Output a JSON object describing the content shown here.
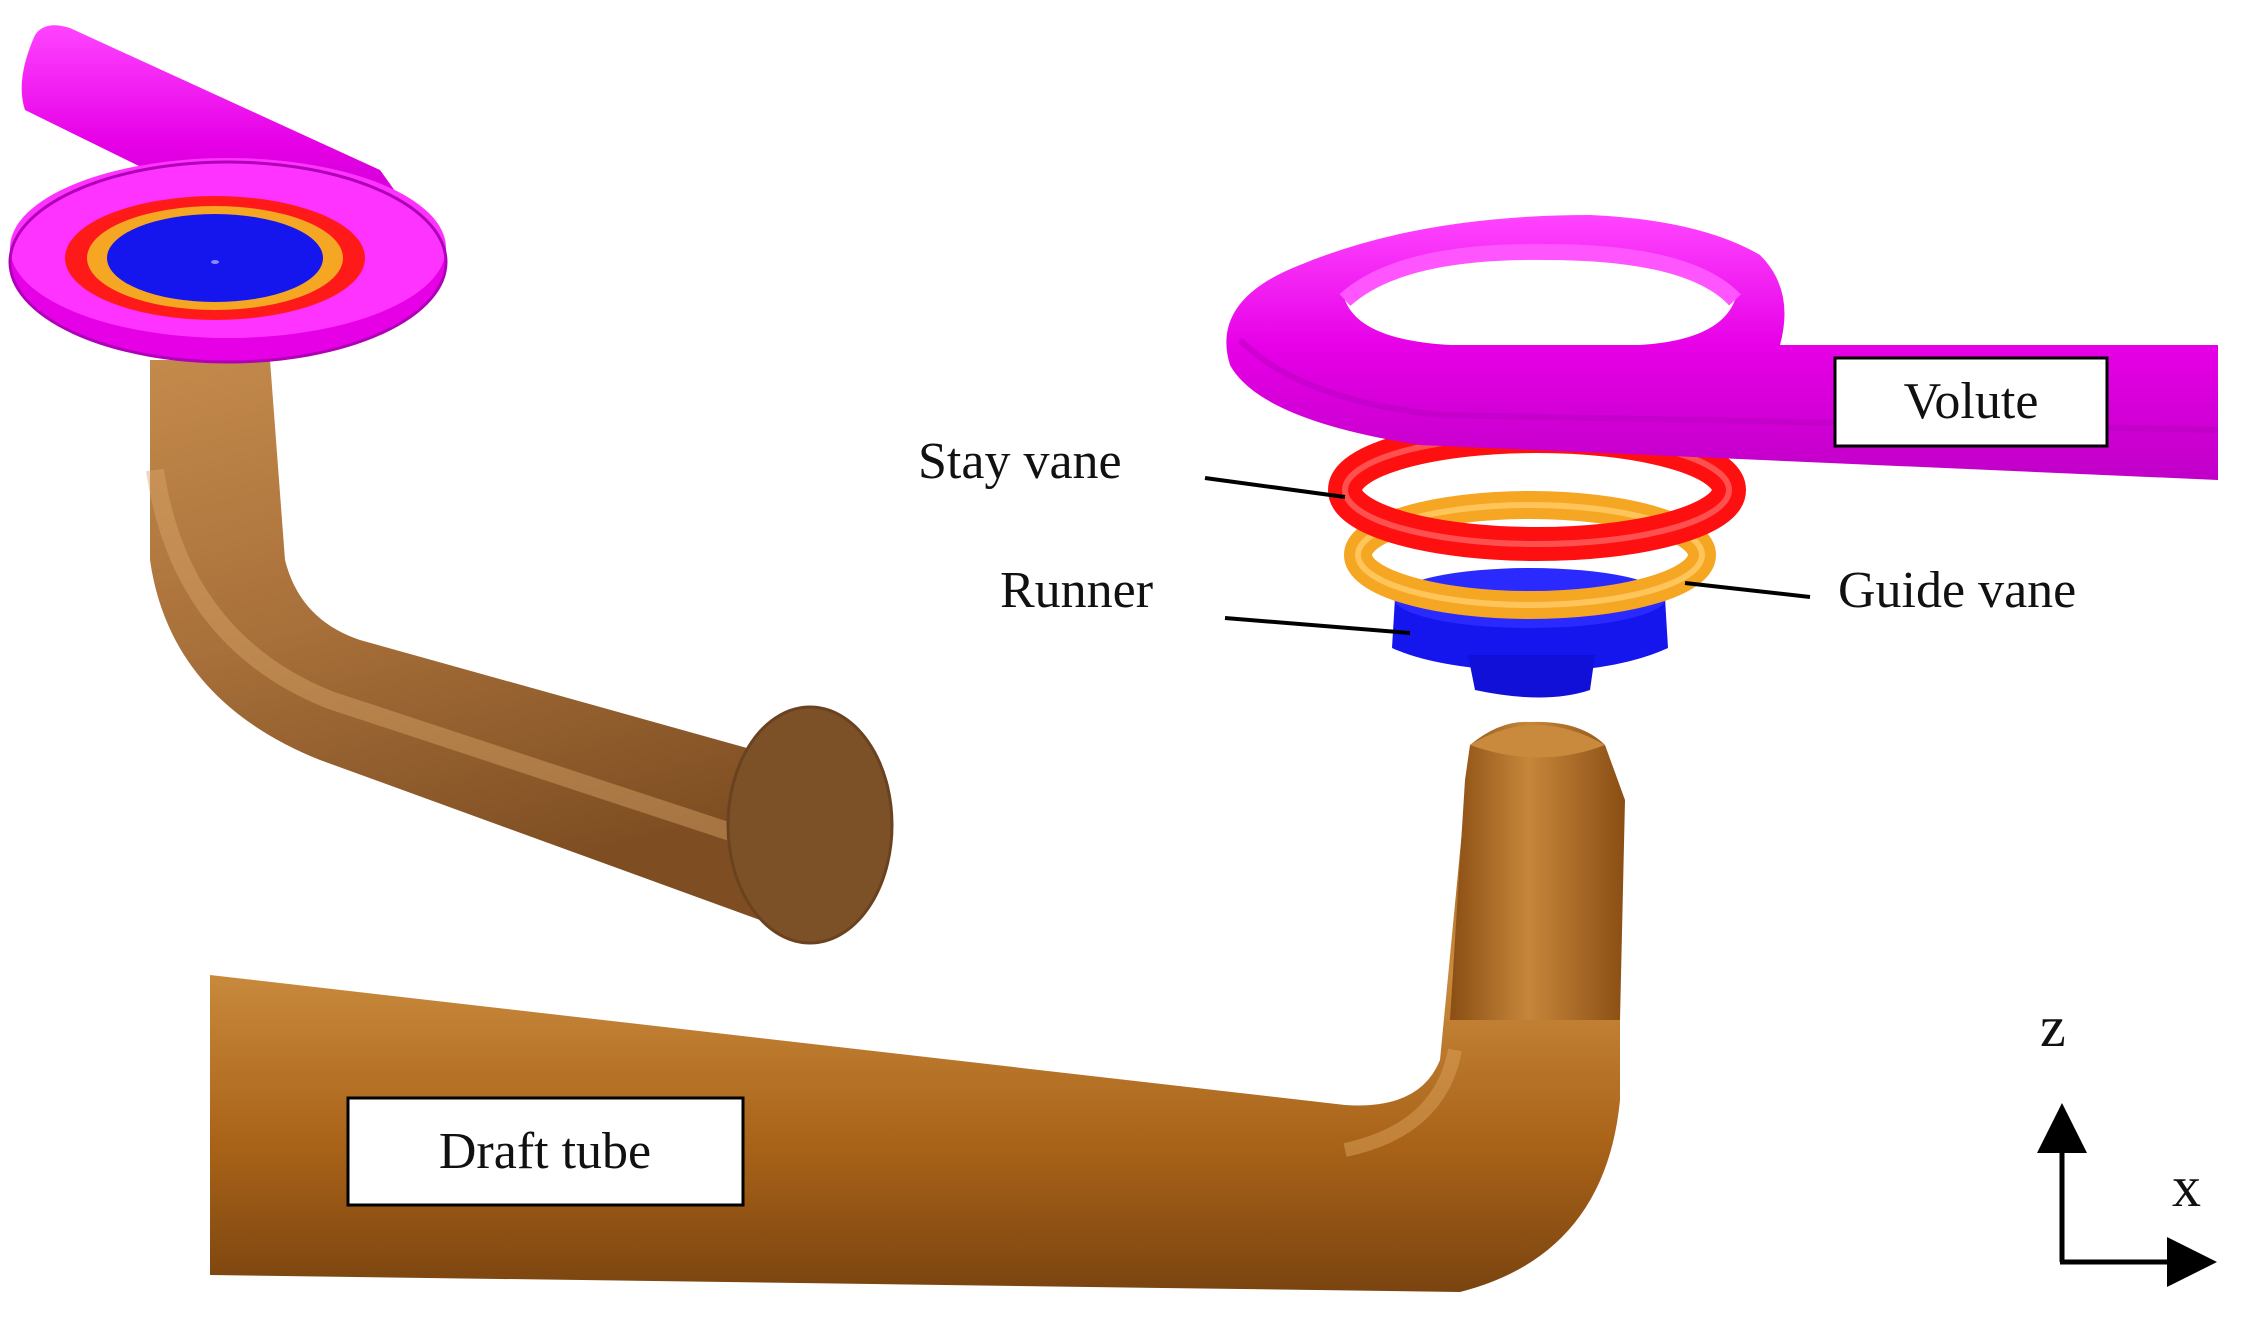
{
  "labels": {
    "volute": "Volute",
    "stay_vane": "Stay vane",
    "runner": "Runner",
    "guide_vane": "Guide vane",
    "draft_tube": "Draft tube"
  },
  "axes": {
    "vertical": "z",
    "horizontal": "x"
  },
  "colors": {
    "volute": "#ff00ff",
    "stay_vane": "#ff1010",
    "guide_vane": "#f5a623",
    "runner": "#1010ee",
    "draft_tube": "#b06a22"
  }
}
